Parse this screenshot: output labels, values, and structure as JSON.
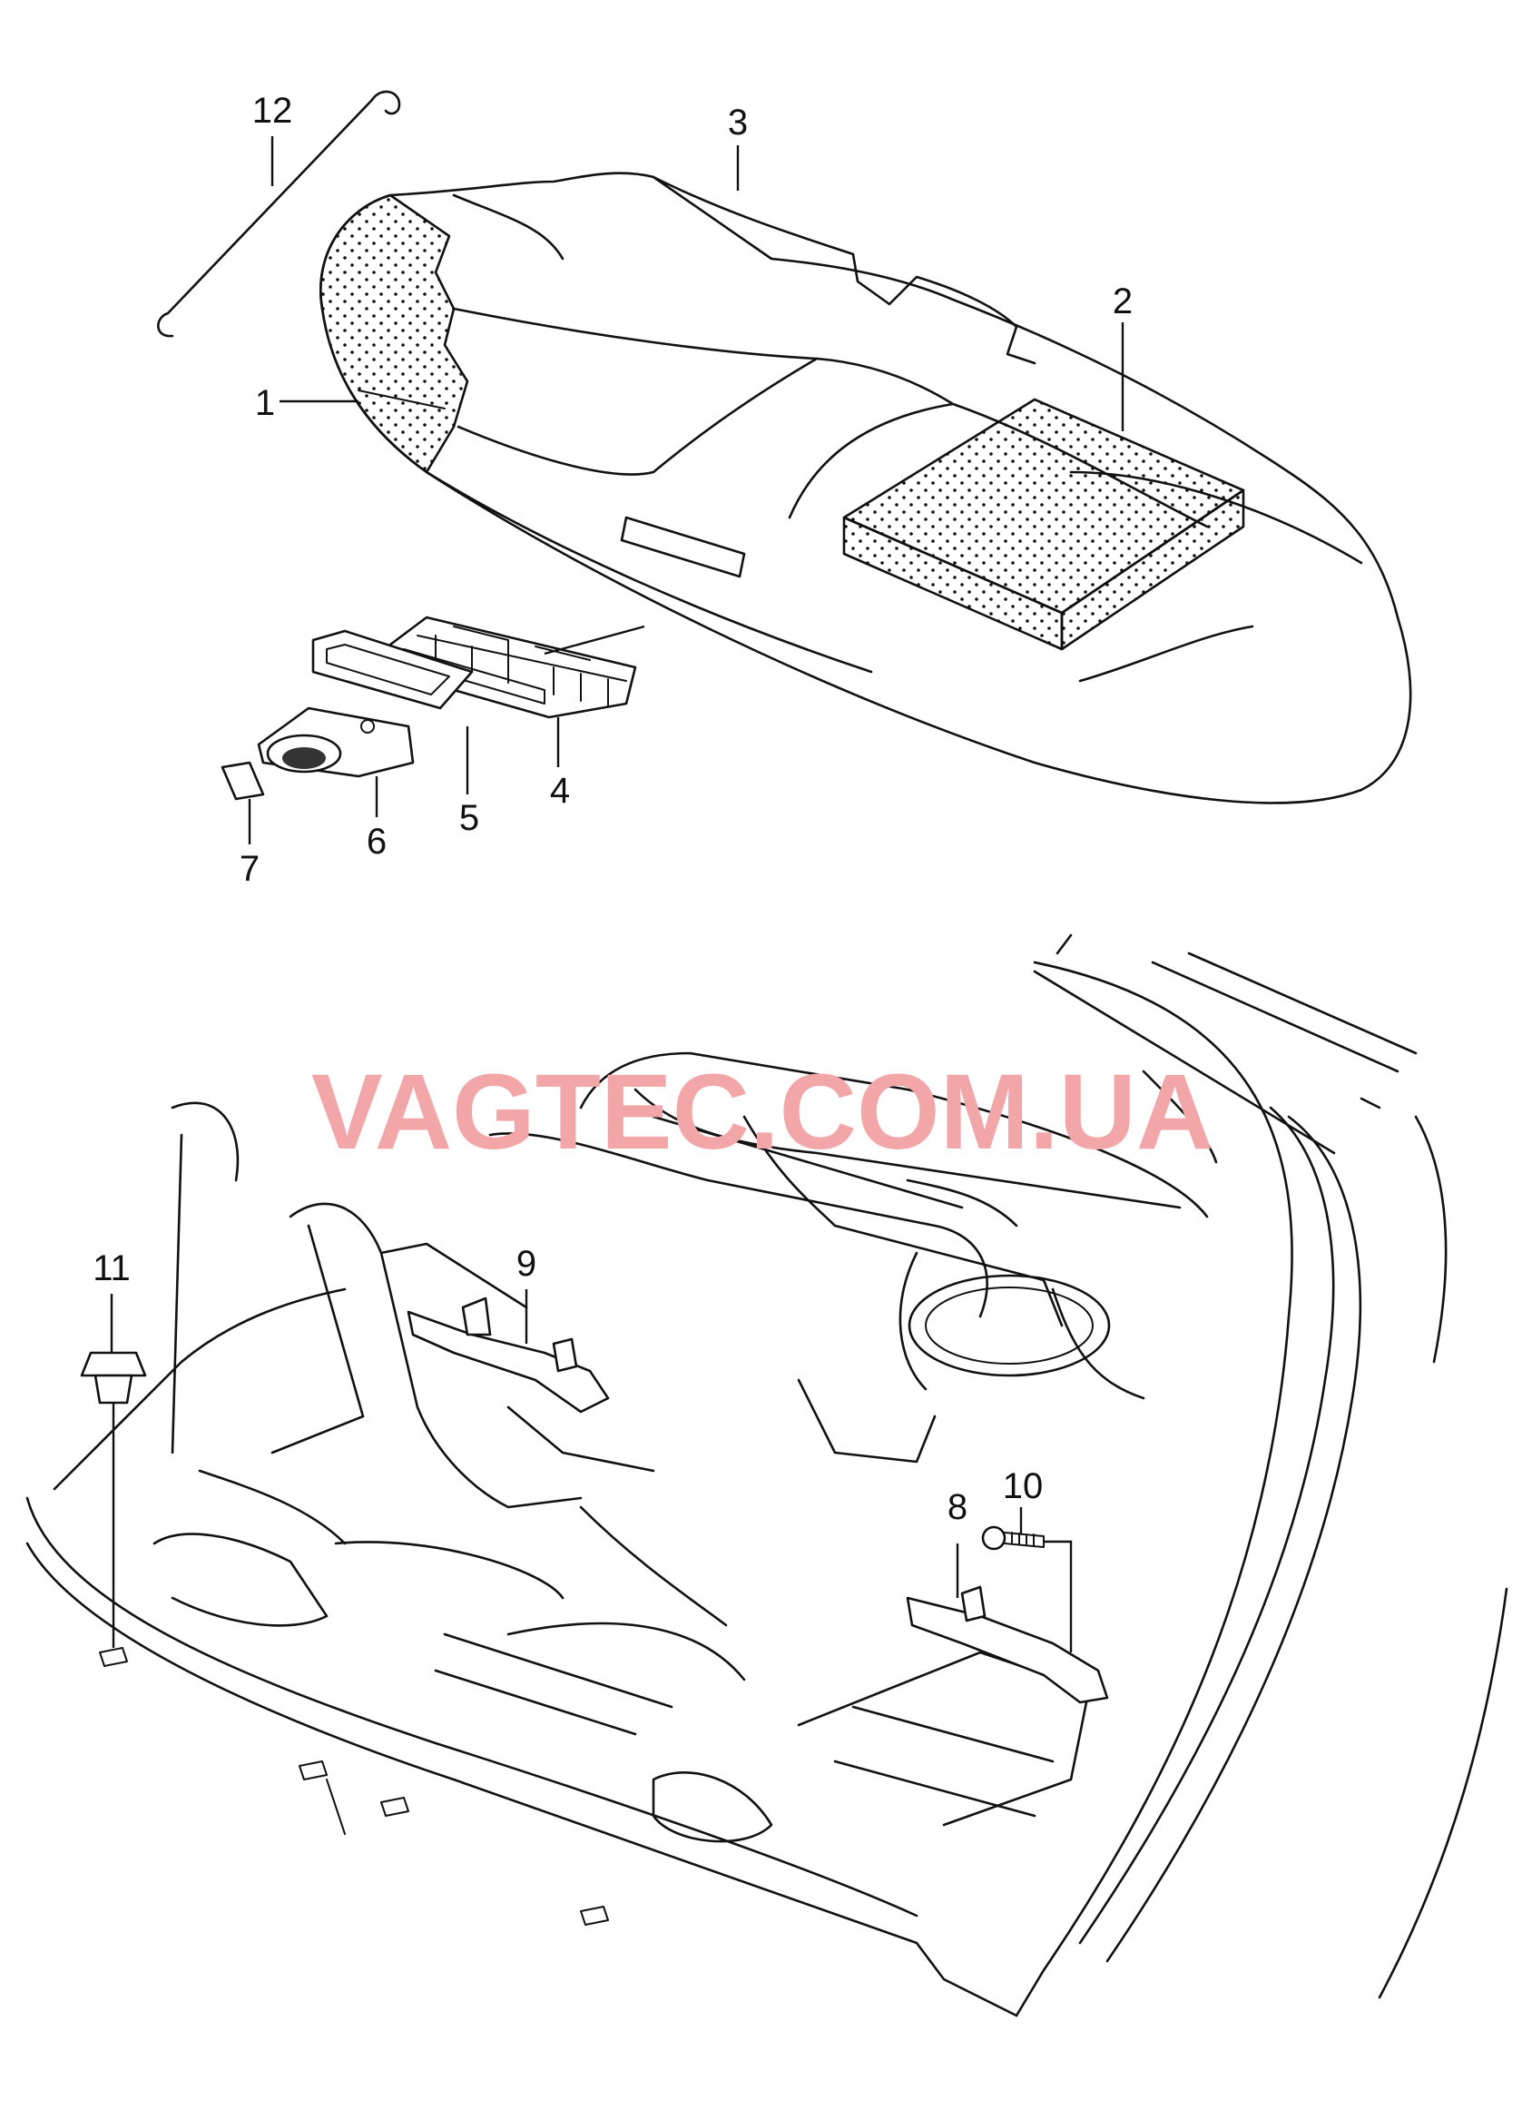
{
  "watermark": {
    "text": "VAGTEC.COM.UA",
    "color": "#f2a6a8"
  },
  "callouts": [
    {
      "id": "1",
      "label": "1"
    },
    {
      "id": "2",
      "label": "2"
    },
    {
      "id": "3",
      "label": "3"
    },
    {
      "id": "4",
      "label": "4"
    },
    {
      "id": "5",
      "label": "5"
    },
    {
      "id": "6",
      "label": "6"
    },
    {
      "id": "7",
      "label": "7"
    },
    {
      "id": "8",
      "label": "8"
    },
    {
      "id": "9",
      "label": "9"
    },
    {
      "id": "10",
      "label": "10"
    },
    {
      "id": "11",
      "label": "11"
    },
    {
      "id": "12",
      "label": "12"
    }
  ]
}
